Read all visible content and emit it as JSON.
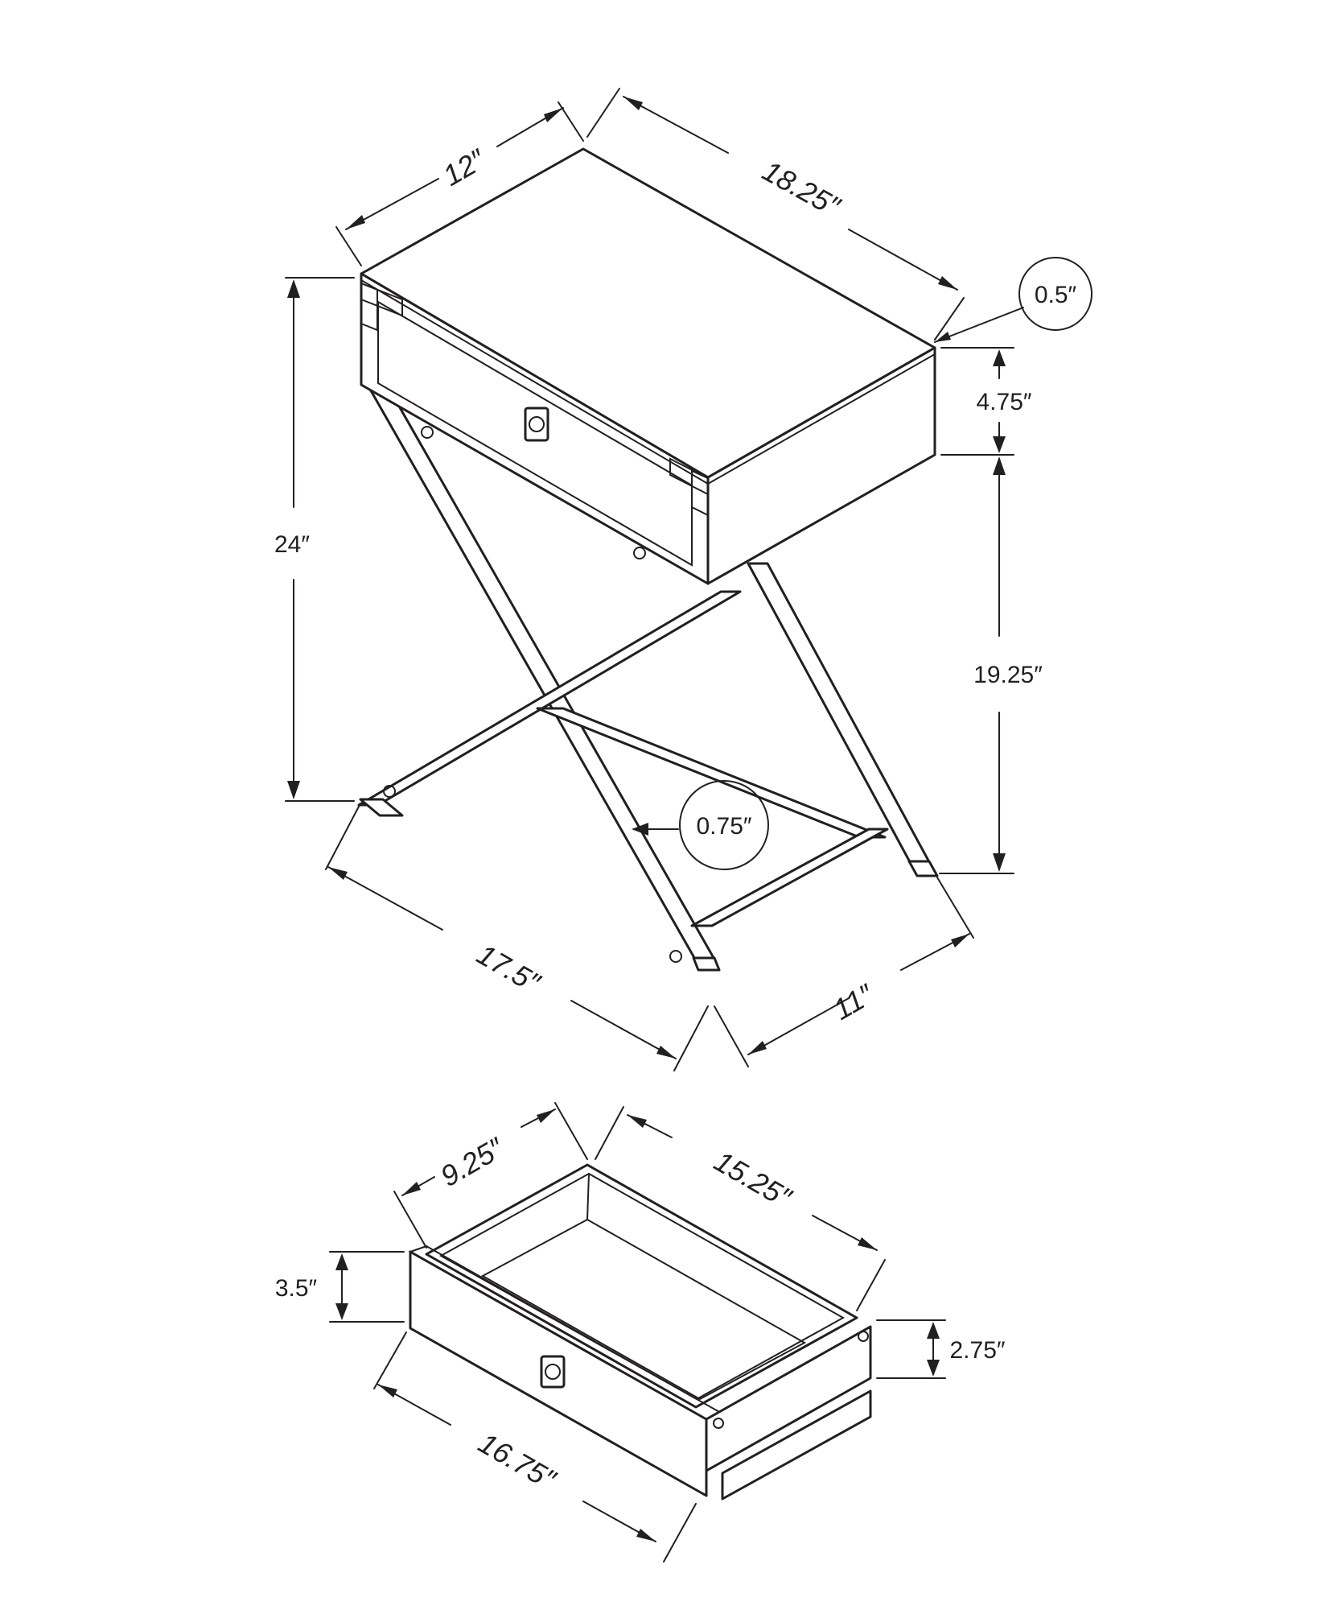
{
  "table": {
    "width": "12″",
    "length": "18.25″",
    "top_thickness": "0.5″",
    "drawer_height": "4.75″",
    "total_height": "24″",
    "leg_height": "19.25″",
    "leg_thickness": "0.75″",
    "base_length": "17.5″",
    "base_width": "11″"
  },
  "drawer": {
    "depth": "9.25″",
    "length": "15.25″",
    "front_height": "3.5″",
    "box_height": "2.75″",
    "front_length": "16.75″"
  }
}
